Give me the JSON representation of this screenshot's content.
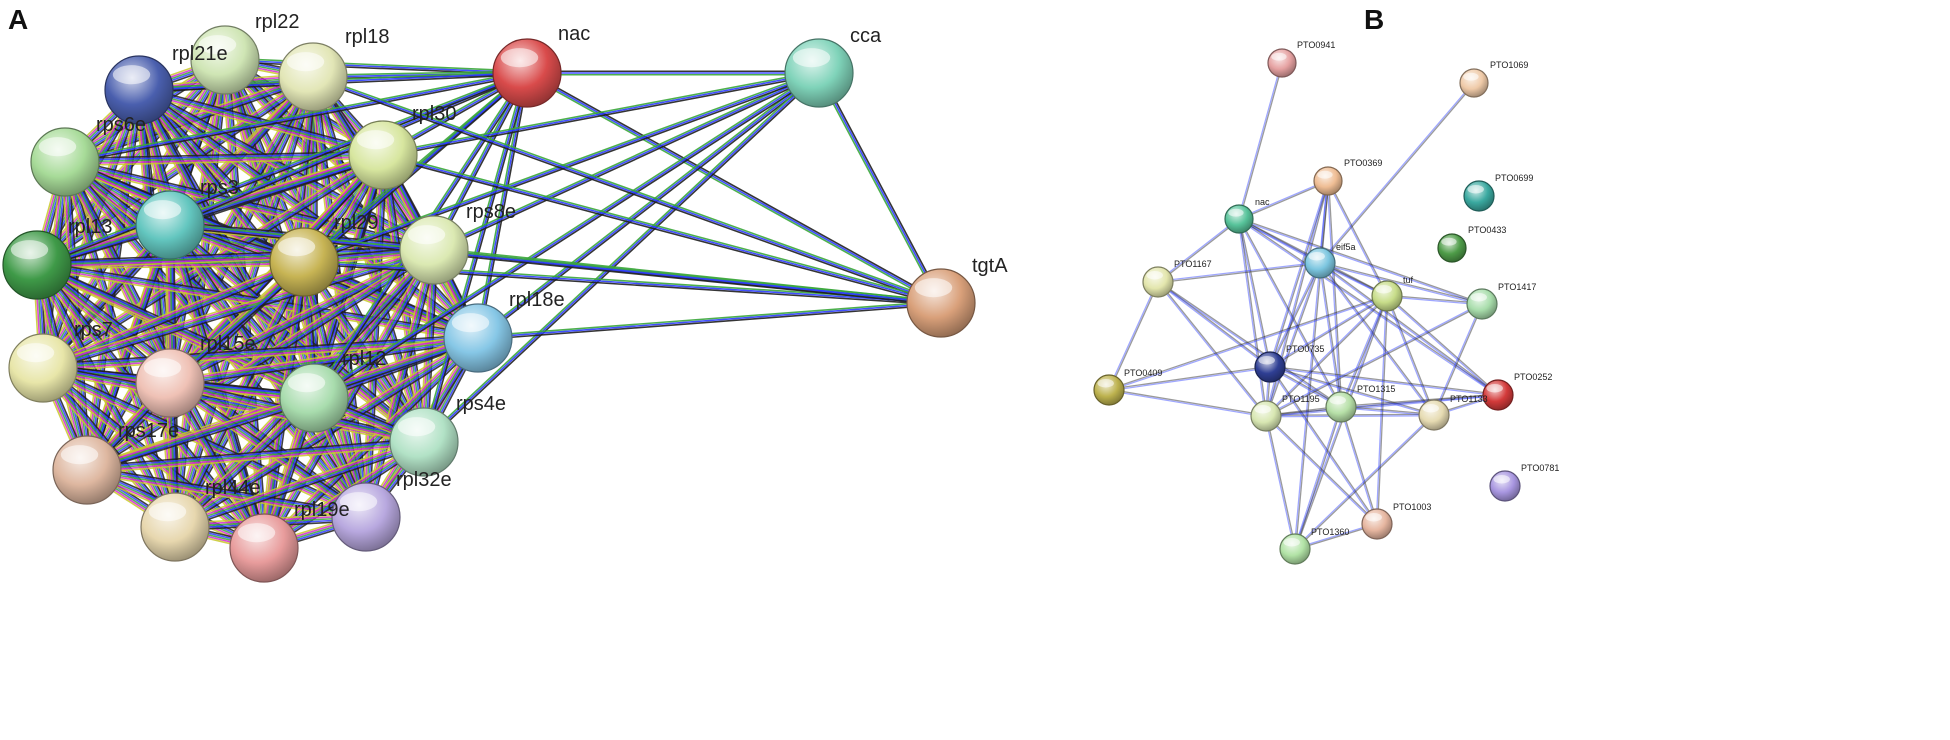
{
  "panels": [
    {
      "letter": "A",
      "nodes": [
        {
          "id": "nac",
          "label": "nac",
          "color": "#d94b4b"
        },
        {
          "id": "cca",
          "label": "cca",
          "color": "#7fd3b9"
        },
        {
          "id": "tgtA",
          "label": "tgtA",
          "color": "#d9a07a"
        },
        {
          "id": "rpl22",
          "label": "rpl22",
          "color": "#cfe5b4"
        },
        {
          "id": "rpl18",
          "label": "rpl18",
          "color": "#e2e6b6"
        },
        {
          "id": "rpl21e",
          "label": "rpl21e",
          "color": "#4a5fae"
        },
        {
          "id": "rps6e",
          "label": "rps6e",
          "color": "#a7db98"
        },
        {
          "id": "rpl30",
          "label": "rpl30",
          "color": "#d7e69f"
        },
        {
          "id": "rps3",
          "label": "rps3",
          "color": "#63c6bf"
        },
        {
          "id": "rpl13",
          "label": "rpl13",
          "color": "#3f9a48"
        },
        {
          "id": "rpl29",
          "label": "rpl29",
          "color": "#c7b454"
        },
        {
          "id": "rps8e",
          "label": "rps8e",
          "color": "#dbe9b2"
        },
        {
          "id": "rps7",
          "label": "rps7",
          "color": "#e8e6a9"
        },
        {
          "id": "rpl18e",
          "label": "rpl18e",
          "color": "#86c7e6"
        },
        {
          "id": "rpl15e",
          "label": "rpl15e",
          "color": "#efc1b5"
        },
        {
          "id": "rpl12",
          "label": "rpl12",
          "color": "#a8dcad"
        },
        {
          "id": "rps17e",
          "label": "rps17e",
          "color": "#deb7a0"
        },
        {
          "id": "rps4e",
          "label": "rps4e",
          "color": "#b2e2c6"
        },
        {
          "id": "rpl32e",
          "label": "rpl32e",
          "color": "#b8a8df"
        },
        {
          "id": "rpl44e",
          "label": "rpl44e",
          "color": "#e7d7ae"
        },
        {
          "id": "rpl19e",
          "label": "rpl19e",
          "color": "#e89c9c"
        }
      ],
      "edges_between": [
        [
          "nac",
          "cca"
        ],
        [
          "nac",
          "tgtA"
        ],
        [
          "cca",
          "tgtA"
        ],
        [
          "nac",
          "rpl22"
        ],
        [
          "nac",
          "rpl18"
        ],
        [
          "nac",
          "rpl21e"
        ],
        [
          "nac",
          "rpl30"
        ],
        [
          "nac",
          "rps3"
        ],
        [
          "nac",
          "rps6e"
        ],
        [
          "nac",
          "rpl29"
        ],
        [
          "nac",
          "rps8e"
        ],
        [
          "nac",
          "rpl18e"
        ],
        [
          "nac",
          "rpl13"
        ],
        [
          "nac",
          "rpl15e"
        ],
        [
          "nac",
          "rpl12"
        ],
        [
          "nac",
          "rps4e"
        ],
        [
          "cca",
          "rpl30"
        ],
        [
          "cca",
          "rps8e"
        ],
        [
          "cca",
          "rpl18e"
        ],
        [
          "cca",
          "rpl29"
        ],
        [
          "cca",
          "rpl12"
        ],
        [
          "cca",
          "rps4e"
        ],
        [
          "tgtA",
          "rpl18"
        ],
        [
          "tgtA",
          "rpl30"
        ],
        [
          "tgtA",
          "rps8e"
        ],
        [
          "tgtA",
          "rpl18e"
        ],
        [
          "tgtA",
          "rpl29"
        ],
        [
          "tgtA",
          "rps3"
        ]
      ]
    },
    {
      "letter": "B",
      "nodes": [
        {
          "id": "PTO0941",
          "label": "PTO0941",
          "color": "#e6a2a2"
        },
        {
          "id": "PTO1069",
          "label": "PTO1069",
          "color": "#efcaa8"
        },
        {
          "id": "PTO0369",
          "label": "PTO0369",
          "color": "#efbd94"
        },
        {
          "id": "PTO0699",
          "label": "PTO0699",
          "color": "#3aa9a0"
        },
        {
          "id": "nac",
          "label": "nac",
          "color": "#57c39a"
        },
        {
          "id": "eif5a",
          "label": "eif5a",
          "color": "#7cc6e0"
        },
        {
          "id": "PTO0433",
          "label": "PTO0433",
          "color": "#4e9c48"
        },
        {
          "id": "PTO1167",
          "label": "PTO1167",
          "color": "#e3e6ad"
        },
        {
          "id": "tuf",
          "label": "tuf",
          "color": "#c8dd8a"
        },
        {
          "id": "PTO1417",
          "label": "PTO1417",
          "color": "#a8ddab"
        },
        {
          "id": "PTO0735",
          "label": "PTO0735",
          "color": "#2f3f94"
        },
        {
          "id": "PTO0409",
          "label": "PTO0409",
          "color": "#bdb24e"
        },
        {
          "id": "PTO1315",
          "label": "PTO1315",
          "color": "#b7e0a8"
        },
        {
          "id": "PTO0252",
          "label": "PTO0252",
          "color": "#d33a3a"
        },
        {
          "id": "PTO1195",
          "label": "PTO1195",
          "color": "#d8e7b2"
        },
        {
          "id": "PTO1133",
          "label": "PTO1133",
          "color": "#e6dbb2"
        },
        {
          "id": "PTO0781",
          "label": "PTO0781",
          "color": "#a896e0"
        },
        {
          "id": "PTO1003",
          "label": "PTO1003",
          "color": "#e6b6a0"
        },
        {
          "id": "PTO1360",
          "label": "PTO1360",
          "color": "#b2e3a6"
        }
      ],
      "edges": [
        [
          "PTO0941",
          "nac"
        ],
        [
          "PTO1069",
          "eif5a"
        ],
        [
          "PTO0369",
          "nac"
        ],
        [
          "PTO0369",
          "eif5a"
        ],
        [
          "PTO0369",
          "PTO0735"
        ],
        [
          "PTO0369",
          "PTO1195"
        ],
        [
          "PTO0369",
          "PTO1315"
        ],
        [
          "PTO0369",
          "tuf"
        ],
        [
          "PTO0369",
          "PTO1360"
        ],
        [
          "nac",
          "eif5a"
        ],
        [
          "nac",
          "tuf"
        ],
        [
          "nac",
          "PTO1167"
        ],
        [
          "nac",
          "PTO0735"
        ],
        [
          "nac",
          "PTO1195"
        ],
        [
          "nac",
          "PTO1315"
        ],
        [
          "nac",
          "PTO1417"
        ],
        [
          "nac",
          "PTO0252"
        ],
        [
          "eif5a",
          "tuf"
        ],
        [
          "eif5a",
          "PTO1167"
        ],
        [
          "eif5a",
          "PTO0735"
        ],
        [
          "eif5a",
          "PTO1195"
        ],
        [
          "eif5a",
          "PTO1315"
        ],
        [
          "eif5a",
          "PTO1133"
        ],
        [
          "eif5a",
          "PTO0252"
        ],
        [
          "eif5a",
          "PTO1417"
        ],
        [
          "tuf",
          "PTO1417"
        ],
        [
          "tuf",
          "PTO0735"
        ],
        [
          "tuf",
          "PTO1195"
        ],
        [
          "tuf",
          "PTO1315"
        ],
        [
          "tuf",
          "PTO1133"
        ],
        [
          "tuf",
          "PTO0252"
        ],
        [
          "tuf",
          "PTO1003"
        ],
        [
          "tuf",
          "PTO1360"
        ],
        [
          "PTO1167",
          "PTO0735"
        ],
        [
          "PTO1167",
          "PTO1195"
        ],
        [
          "PTO1167",
          "PTO0409"
        ],
        [
          "PTO1167",
          "PTO1315"
        ],
        [
          "PTO0409",
          "PTO0735"
        ],
        [
          "PTO0409",
          "PTO1195"
        ],
        [
          "PTO0409",
          "tuf"
        ],
        [
          "PTO0735",
          "PTO1195"
        ],
        [
          "PTO0735",
          "PTO1315"
        ],
        [
          "PTO0735",
          "PTO1133"
        ],
        [
          "PTO0735",
          "PTO0252"
        ],
        [
          "PTO0735",
          "PTO1003"
        ],
        [
          "PTO1195",
          "PTO1315"
        ],
        [
          "PTO1195",
          "PTO1133"
        ],
        [
          "PTO1195",
          "PTO1003"
        ],
        [
          "PTO1195",
          "PTO1360"
        ],
        [
          "PTO1195",
          "PTO0252"
        ],
        [
          "PTO1315",
          "PTO1133"
        ],
        [
          "PTO1315",
          "PTO1003"
        ],
        [
          "PTO1315",
          "PTO1360"
        ],
        [
          "PTO1315",
          "PTO0252"
        ],
        [
          "PTO1133",
          "PTO0252"
        ],
        [
          "PTO1133",
          "PTO1360"
        ],
        [
          "PTO1417",
          "PTO1133"
        ],
        [
          "PTO1417",
          "PTO1195"
        ],
        [
          "PTO1003",
          "PTO1360"
        ]
      ]
    }
  ],
  "edge_colors": [
    "#1f1f1f",
    "#2b3bff",
    "#3aa63a",
    "#d129d1",
    "#c8c82a",
    "#00b4d8",
    "#8b2f8b"
  ]
}
